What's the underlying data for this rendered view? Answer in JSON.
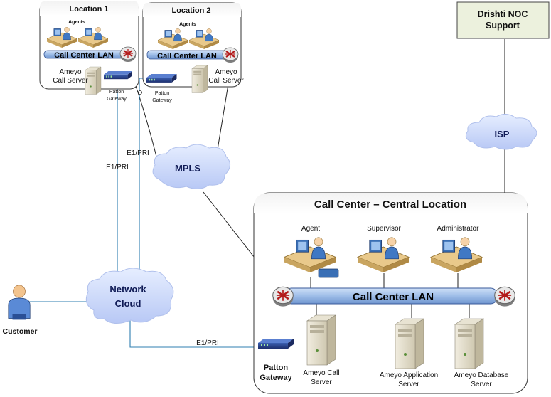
{
  "locations": {
    "location1": {
      "title": "Location 1",
      "agents": "Agents",
      "lan": "Call Center LAN",
      "server": "Ameyo\nCall Server",
      "gateway": "Patton\nGateway"
    },
    "location2": {
      "title": "Location 2",
      "agents": "Agents",
      "lan": "Call Center LAN",
      "server": "Ameyo\nCall Server",
      "gateway": "Patton\nGateway"
    }
  },
  "noc": {
    "title": "Drishti NOC\nSupport"
  },
  "clouds": {
    "isp": "ISP",
    "mpls": "MPLS",
    "network": "Network\nCloud"
  },
  "links": {
    "e1_left": "E1/PRI",
    "e1_mid": "E1/PRI",
    "e1_bottom": "E1/PRI"
  },
  "customer": {
    "label": "Customer"
  },
  "central": {
    "title": "Call Center – Central Location",
    "agent": "Agent",
    "supervisor": "Supervisor",
    "administrator": "Administrator",
    "lan": "Call Center LAN",
    "gateway": "Patton\nGateway",
    "call_server": "Ameyo Call\nServer",
    "app_server": "Ameyo Application\nServer",
    "db_server": "Ameyo Database\nServer"
  }
}
